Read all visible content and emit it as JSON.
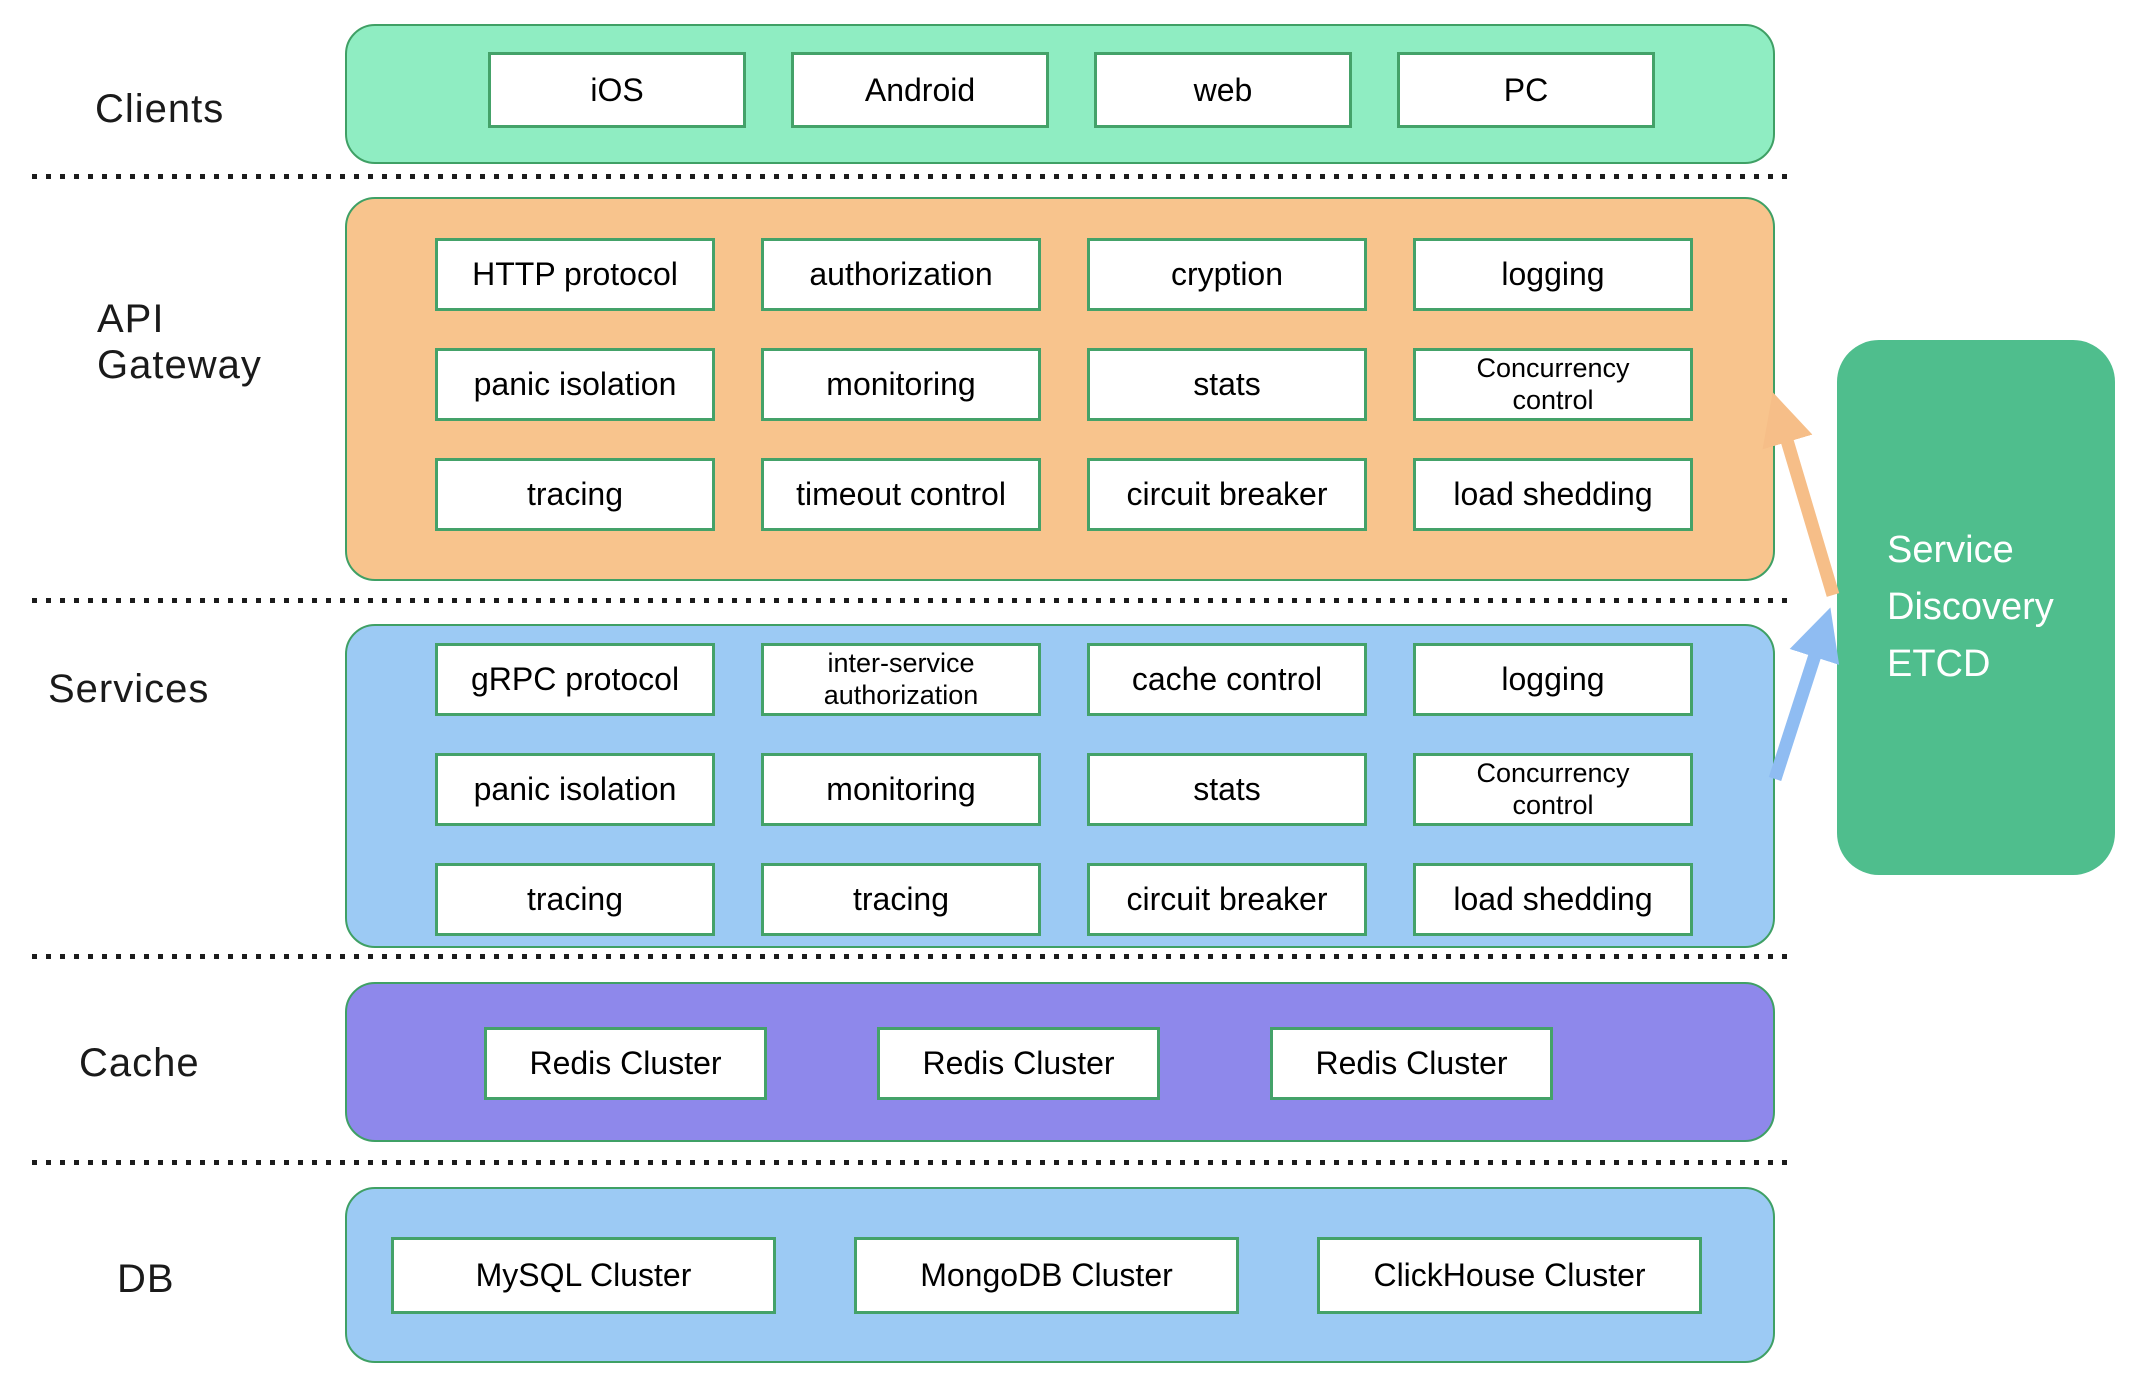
{
  "labels": {
    "clients": "Clients",
    "api_gateway": [
      "API",
      "Gateway"
    ],
    "services": "Services",
    "cache": "Cache",
    "db": "DB"
  },
  "clients": {
    "items": [
      "iOS",
      "Android",
      "web",
      "PC"
    ]
  },
  "api_gateway": {
    "grid": [
      [
        "HTTP protocol",
        "authorization",
        "cryption",
        "logging"
      ],
      [
        "panic isolation",
        "monitoring",
        "stats",
        "Concurrency control"
      ],
      [
        "tracing",
        "timeout control",
        "circuit breaker",
        "load shedding"
      ]
    ]
  },
  "services": {
    "grid": [
      [
        "gRPC protocol",
        "inter-service authorization",
        "cache control",
        "logging"
      ],
      [
        "panic isolation",
        "monitoring",
        "stats",
        "Concurrency control"
      ],
      [
        "tracing",
        "tracing",
        "circuit breaker",
        "load shedding"
      ]
    ]
  },
  "cache": {
    "items": [
      "Redis Cluster",
      "Redis Cluster",
      "Redis Cluster"
    ]
  },
  "db": {
    "items": [
      "MySQL Cluster",
      "MongoDB Cluster",
      "ClickHouse Cluster"
    ]
  },
  "service_discovery": {
    "lines": [
      "Service",
      "Discovery",
      "ETCD"
    ]
  },
  "colors": {
    "clients_fill": "#8FEDC2",
    "api_gateway_fill": "#F8C48D",
    "services_fill": "#9CCAF4",
    "cache_fill": "#8E88EB",
    "db_fill": "#9CCAF4",
    "etcd_fill": "#4FBE8D",
    "container_border": "#3FA065",
    "box_border": "#44A269",
    "arrow_orange": "#F6BE88",
    "arrow_blue": "#8FBCF2",
    "label_text": "#1A1A1A",
    "etcd_text": "#FFFFFF"
  }
}
